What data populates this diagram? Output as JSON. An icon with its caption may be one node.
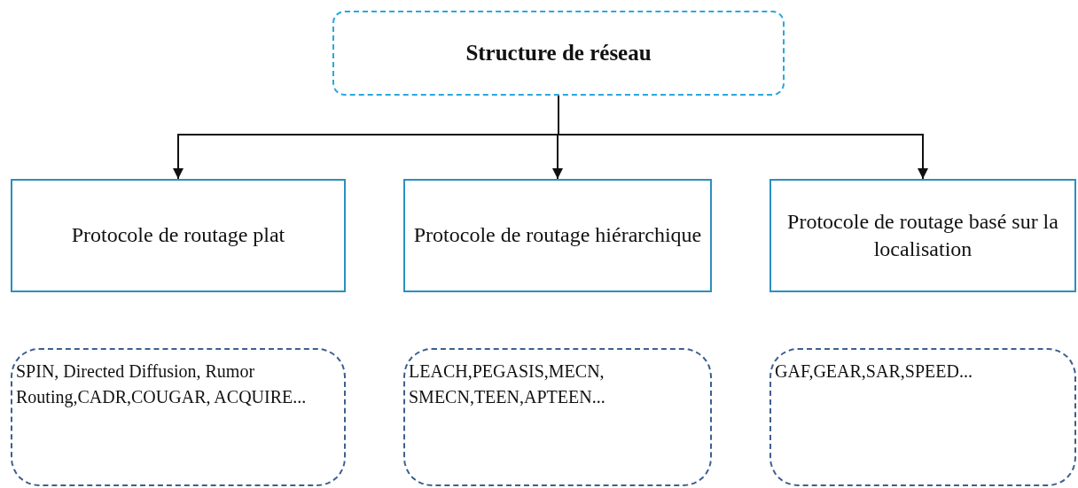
{
  "diagram": {
    "nodes": [
      {
        "text": [
          "Structure de réseau"
        ]
      },
      {
        "text": [
          "Protocole de routage plat"
        ]
      },
      {
        "text": [
          "Protocole de routage hiérarchique"
        ]
      },
      {
        "text": [
          "Protocole de routage basé sur la localisation"
        ]
      },
      {
        "text": [
          "SPIN, Directed Diffusion, Rumor Routing,CADR,COUGAR, ACQUIRE..."
        ]
      },
      {
        "text": [
          "LEACH,PEGASIS,MECN, SMECN,TEEN,APTEEN..."
        ]
      },
      {
        "text": [
          "GAF,GEAR,SAR,SPEED..."
        ]
      }
    ],
    "edges": [
      {
        "from": 0,
        "to": 1,
        "arrow": "to"
      },
      {
        "from": 0,
        "to": 2,
        "arrow": "to"
      },
      {
        "from": 0,
        "to": 3,
        "arrow": "to"
      }
    ]
  }
}
